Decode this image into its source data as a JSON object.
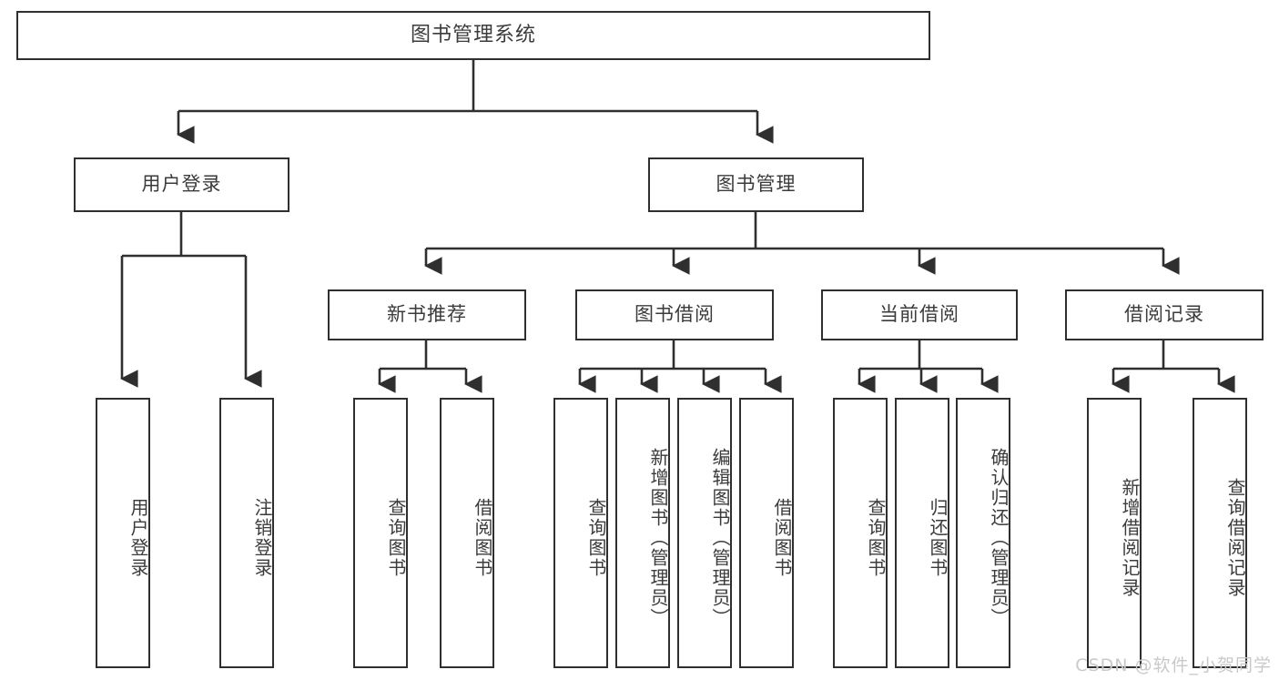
{
  "diagram": {
    "title": "图书管理系统",
    "type": "tree",
    "colors": {
      "background": "#ffffff",
      "node_border": "#2f2f2f",
      "node_fill": "#ffffff",
      "text": "#3b3b3b",
      "edge": "#2f2f2f",
      "watermark": "#c9c9c9"
    },
    "root": {
      "label": "图书管理系统"
    },
    "level2": [
      {
        "label": "用户登录"
      },
      {
        "label": "图书管理"
      }
    ],
    "level3": [
      {
        "label": "新书推荐"
      },
      {
        "label": "图书借阅"
      },
      {
        "label": "当前借阅"
      },
      {
        "label": "借阅记录"
      }
    ],
    "leaves": {
      "user_login": [
        {
          "label": "用户登录"
        },
        {
          "label": "注销登录"
        }
      ],
      "new_book_recommend": [
        {
          "label": "查询图书"
        },
        {
          "label": "借阅图书"
        }
      ],
      "book_borrow": [
        {
          "label": "查询图书"
        },
        {
          "label": "新增图书（管理员）"
        },
        {
          "label": "编辑图书（管理员）"
        },
        {
          "label": "借阅图书"
        }
      ],
      "current_borrow": [
        {
          "label": "查询图书"
        },
        {
          "label": "归还图书"
        },
        {
          "label": "确认归还（管理员）"
        }
      ],
      "borrow_record": [
        {
          "label": "新增借阅记录"
        },
        {
          "label": "查询借阅记录"
        }
      ]
    }
  },
  "watermark": {
    "text": "CSDN @软件_小贺同学"
  }
}
